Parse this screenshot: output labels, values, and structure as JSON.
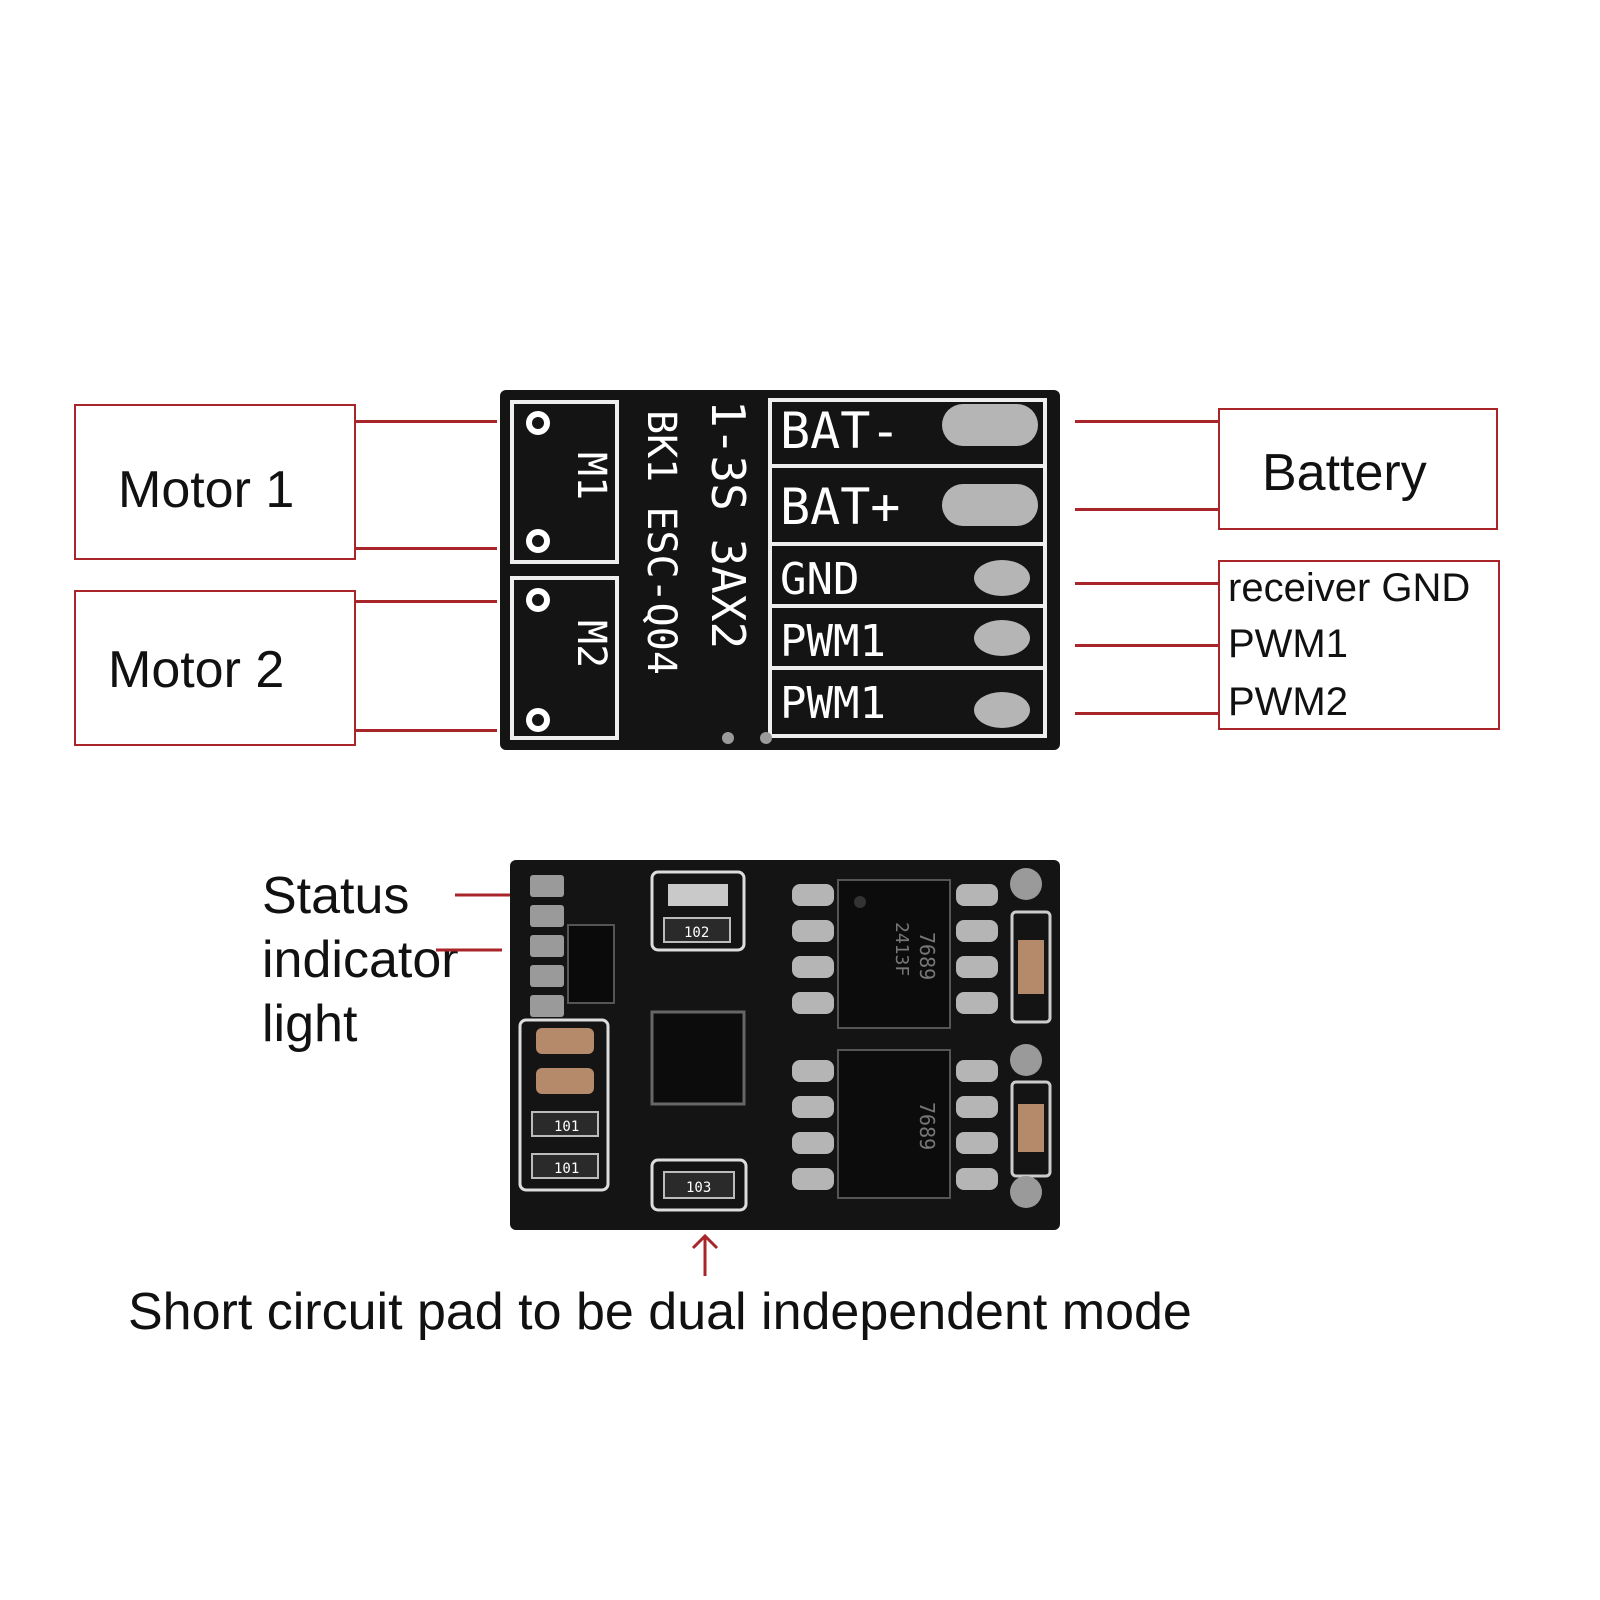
{
  "left_labels": {
    "motor1": "Motor 1",
    "motor2": "Motor 2"
  },
  "right_labels": {
    "battery": "Battery",
    "receiver_gnd": "receiver GND",
    "pwm1": "PWM1",
    "pwm2": "PWM2"
  },
  "board_top": {
    "silk_bat_minus": "BAT-",
    "silk_bat_plus": "BAT+",
    "silk_gnd": "GND",
    "silk_pwm1_a": "PWM1",
    "silk_pwm1_b": "PWM1",
    "silk_m1": "M1",
    "silk_m2": "M2",
    "silk_rating": "1-3S 3AX2",
    "silk_model": "BK1 ESC-Q04"
  },
  "board_bottom": {
    "resistor_code_1": "102",
    "resistor_code_2": "101",
    "resistor_code_3": "101",
    "resistor_code_4": "103",
    "mosfet_code": "7689",
    "mosfet_date": "2413F"
  },
  "annotations": {
    "status_light": "Status indicator light",
    "short_circuit": "Short circuit pad to be dual independent mode"
  },
  "colors": {
    "accent_red": "#a8262a",
    "pcb_black": "#141414",
    "pad_silver": "#b5b5b5"
  }
}
